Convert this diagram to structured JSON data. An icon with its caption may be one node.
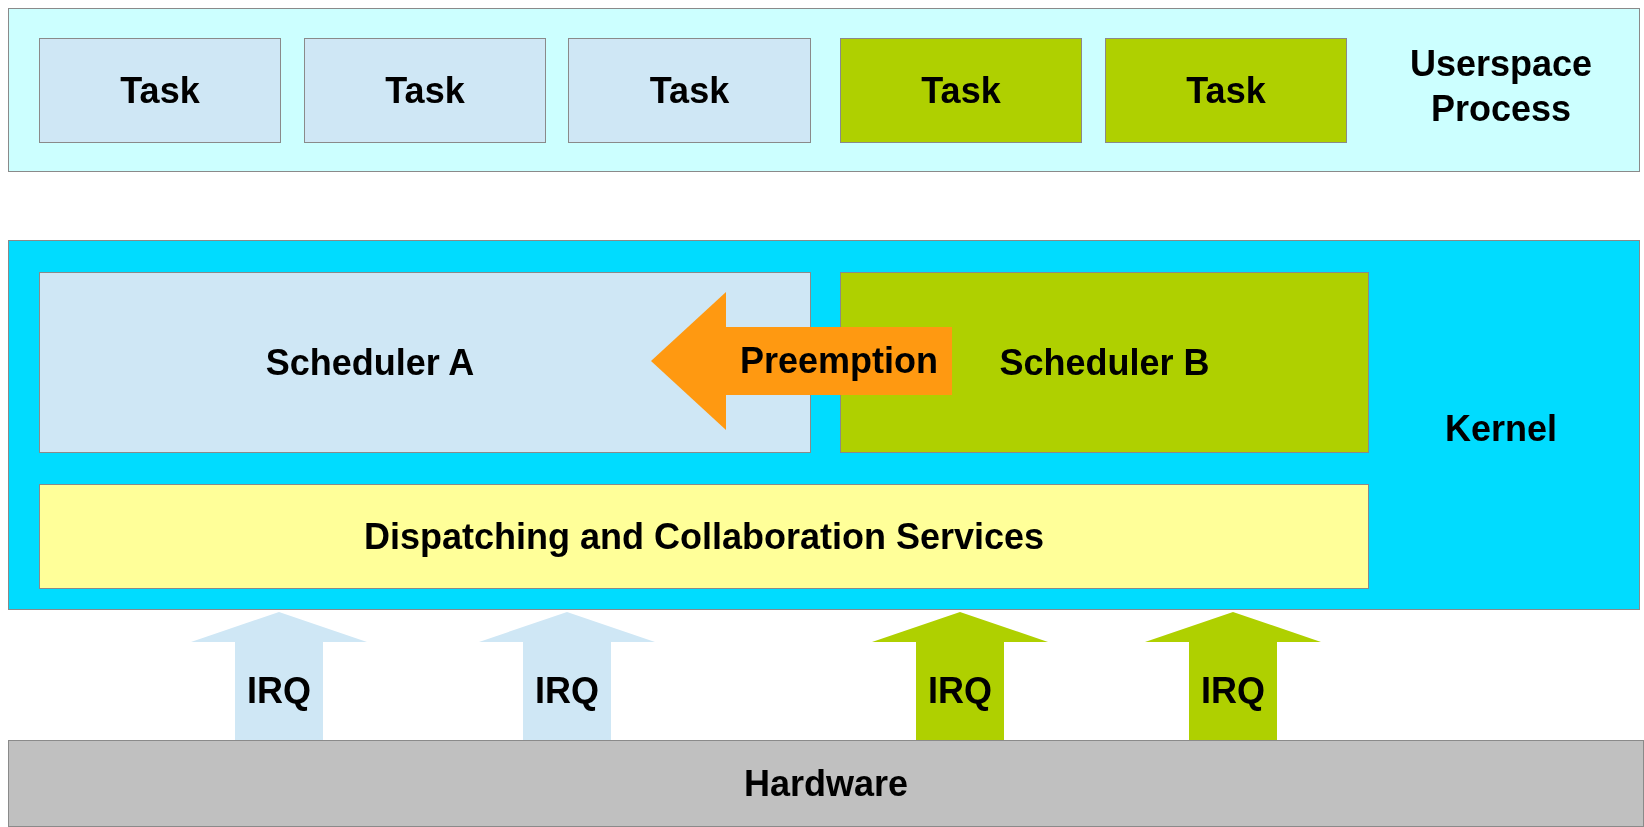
{
  "diagram": {
    "nodes": [
      {
        "text": [
          "Userspace Process"
        ]
      },
      {
        "text": [
          "Task"
        ],
        "in": 0
      },
      {
        "text": [
          "Task"
        ],
        "in": 0
      },
      {
        "text": [
          "Task"
        ],
        "in": 0
      },
      {
        "text": [
          "Task"
        ],
        "in": 0
      },
      {
        "text": [
          "Task"
        ],
        "in": 0
      },
      {
        "text": [
          "Kernel"
        ]
      },
      {
        "text": [
          "Scheduler A"
        ],
        "in": 6
      },
      {
        "text": [
          "Scheduler B"
        ],
        "in": 6
      },
      {
        "text": [
          "Dispatching and Collaboration Services"
        ],
        "in": 6
      },
      {
        "text": [
          "Hardware"
        ]
      }
    ],
    "edges": [
      {
        "from": 8,
        "to": 7,
        "arrow": "to",
        "label": "Preemption",
        "color": "#ff9911"
      },
      {
        "from": 10,
        "to": 6,
        "arrow": "to",
        "label": "IRQ",
        "color": "#cfe7f5"
      },
      {
        "from": 10,
        "to": 6,
        "arrow": "to",
        "label": "IRQ",
        "color": "#cfe7f5"
      },
      {
        "from": 10,
        "to": 6,
        "arrow": "to",
        "label": "IRQ",
        "color": "#afd000"
      },
      {
        "from": 10,
        "to": 6,
        "arrow": "to",
        "label": "IRQ",
        "color": "#afd000"
      }
    ]
  }
}
